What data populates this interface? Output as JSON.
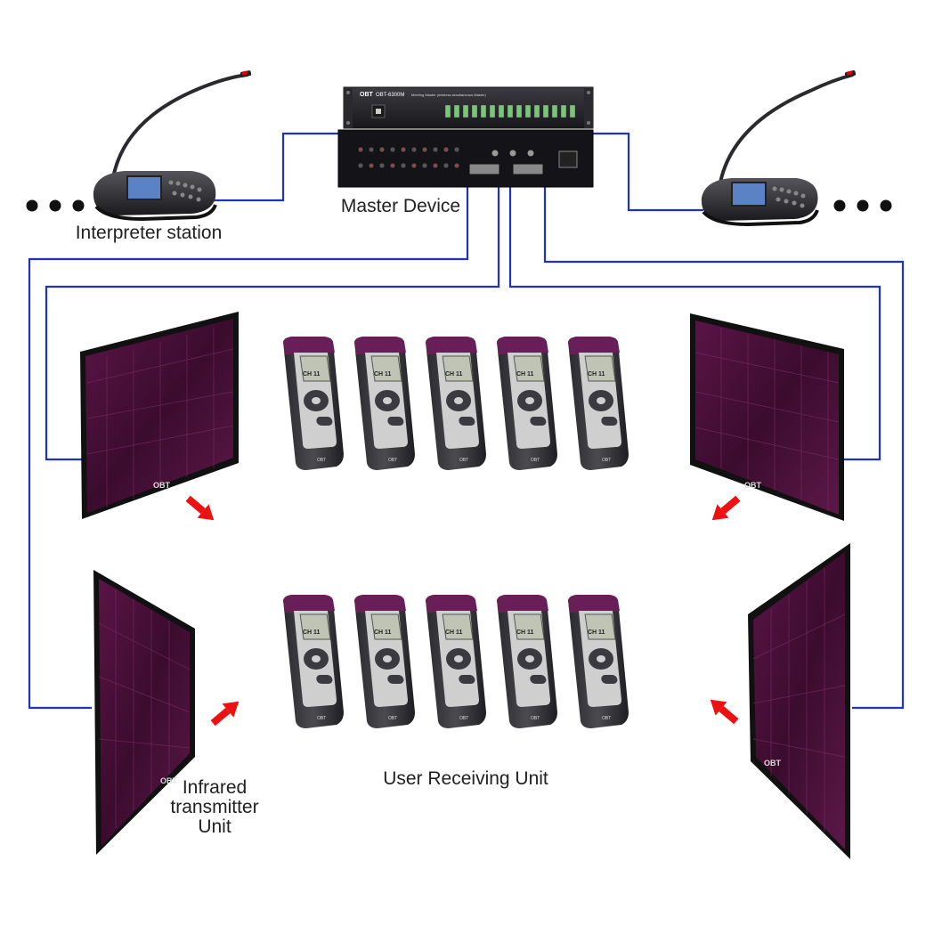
{
  "labels": {
    "interpreter_station": "Interpreter station",
    "master_device": "Master Device",
    "user_receiving_unit": "User Receiving Unit",
    "infrared_line1": "Infrared",
    "infrared_line2": "transmitter",
    "infrared_line3": "Unit"
  },
  "master_device": {
    "brand": "OBT",
    "model": "OBT-6300M",
    "front_title": "Meeting Master (wireless simultaneous Master)"
  },
  "receiver": {
    "screen_line1": "CH 11"
  },
  "colors": {
    "cable": "#2233bb",
    "arrow": "#ee1111",
    "panel": "#4a1038",
    "device": "#222226",
    "receiver_face": "#cfcfcf"
  }
}
